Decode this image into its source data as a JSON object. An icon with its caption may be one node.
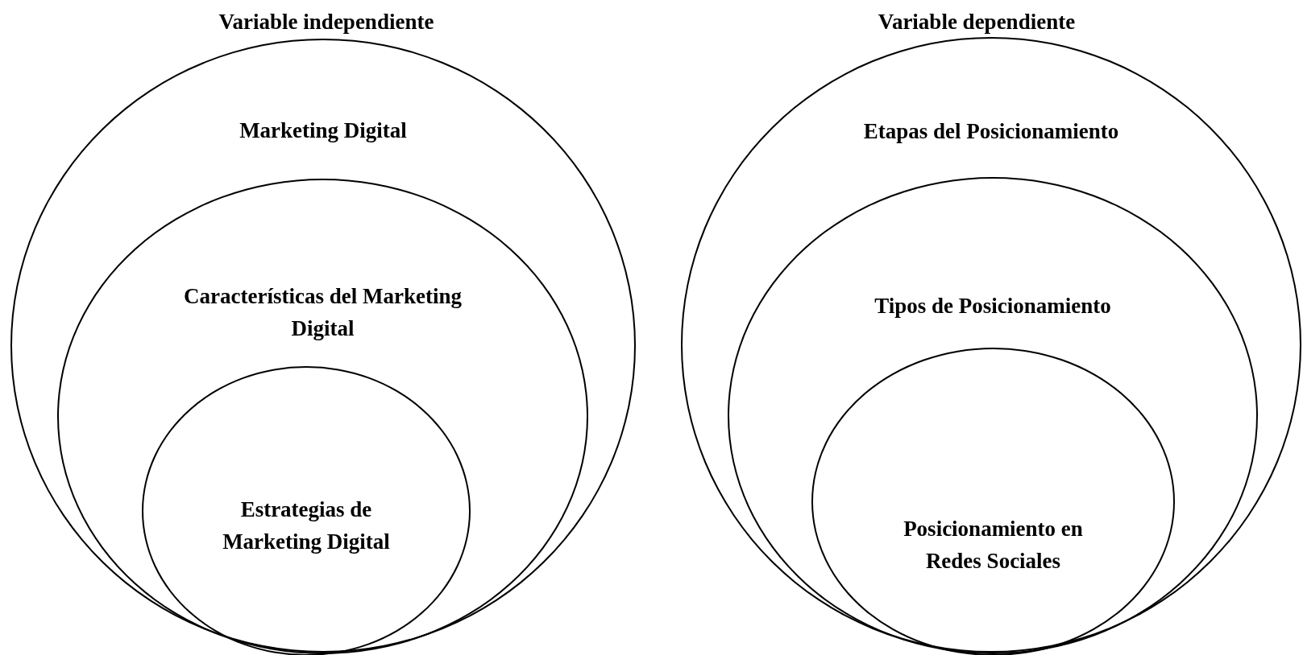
{
  "diagram": {
    "nodes": [
      {
        "text": [
          "Variable independiente",
          "Marketing Digital"
        ]
      },
      {
        "text": [
          "Características del Marketing Digital"
        ],
        "in": 0
      },
      {
        "text": [
          "Estrategias de Marketing Digital"
        ],
        "in": 1
      },
      {
        "text": [
          "Variable dependiente",
          "Etapas del Posicionamiento"
        ]
      },
      {
        "text": [
          "Tipos de Posicionamiento"
        ],
        "in": 3
      },
      {
        "text": [
          "Posicionamiento en Redes Sociales"
        ],
        "in": 4
      }
    ]
  }
}
